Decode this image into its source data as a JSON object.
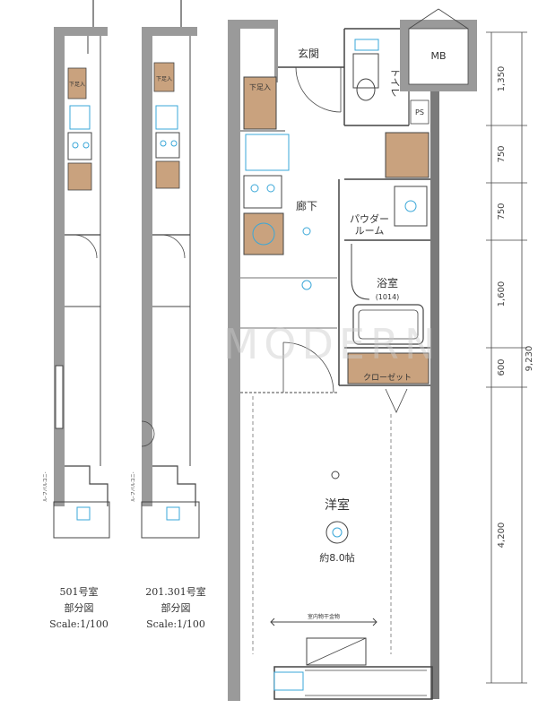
{
  "plan": {
    "rooms": {
      "genkan": "玄関",
      "mb": "MB",
      "toilet": "トイレ",
      "ps": "PS",
      "rouka": "廊下",
      "powder": "パウダー\nルーム",
      "bath": "浴室",
      "bath_size": "(1014)",
      "closet": "クローゼット",
      "youshitsu": "洋室",
      "area": "約8.0帖",
      "shoe": "下足入"
    },
    "dimensions": [
      "1,350",
      "750",
      "750",
      "1,600",
      "600",
      "4,200"
    ],
    "total_dimension": "9,230",
    "annotation_floor": "室内物干金物",
    "watermark": "MODERN"
  },
  "partial_views": [
    {
      "title": "501号室",
      "subtitle": "部分図",
      "scale": "Scale:1/100"
    },
    {
      "title": "201.301号室",
      "subtitle": "部分図",
      "scale": "Scale:1/100"
    }
  ],
  "colors": {
    "wall": "#9a9a9a",
    "wall_dark": "#7a7a7a",
    "line": "#444444",
    "wood": "#c9a27e",
    "fixture": "#3aa7d8"
  }
}
